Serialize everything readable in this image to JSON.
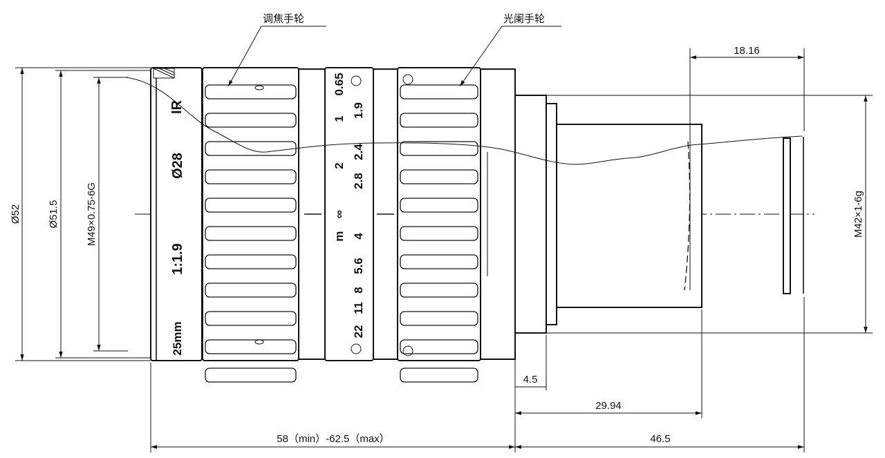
{
  "callouts": {
    "focus_ring": "调焦手轮",
    "iris_ring": "光阑手轮"
  },
  "dimensions": {
    "d52": "Ø52",
    "d51_5": "Ø51.5",
    "thread_front": "M49×0.75-6G",
    "thread_mount": "M42×1-6g",
    "d18_16": "18.16",
    "d4_5": "4.5",
    "d29_94": "29.94",
    "length": "58（min）-62.5（max）",
    "d46_5": "46.5"
  },
  "front_ring_marks": [
    "IR",
    "Ø28",
    "1:1.9",
    "25mm"
  ],
  "focus_scale": [
    "0.65",
    "1",
    "2",
    "∞",
    "m"
  ],
  "aperture_scale": [
    "1.9",
    "2.4",
    "2.8",
    "4",
    "5.6",
    "8",
    "11",
    "22"
  ]
}
